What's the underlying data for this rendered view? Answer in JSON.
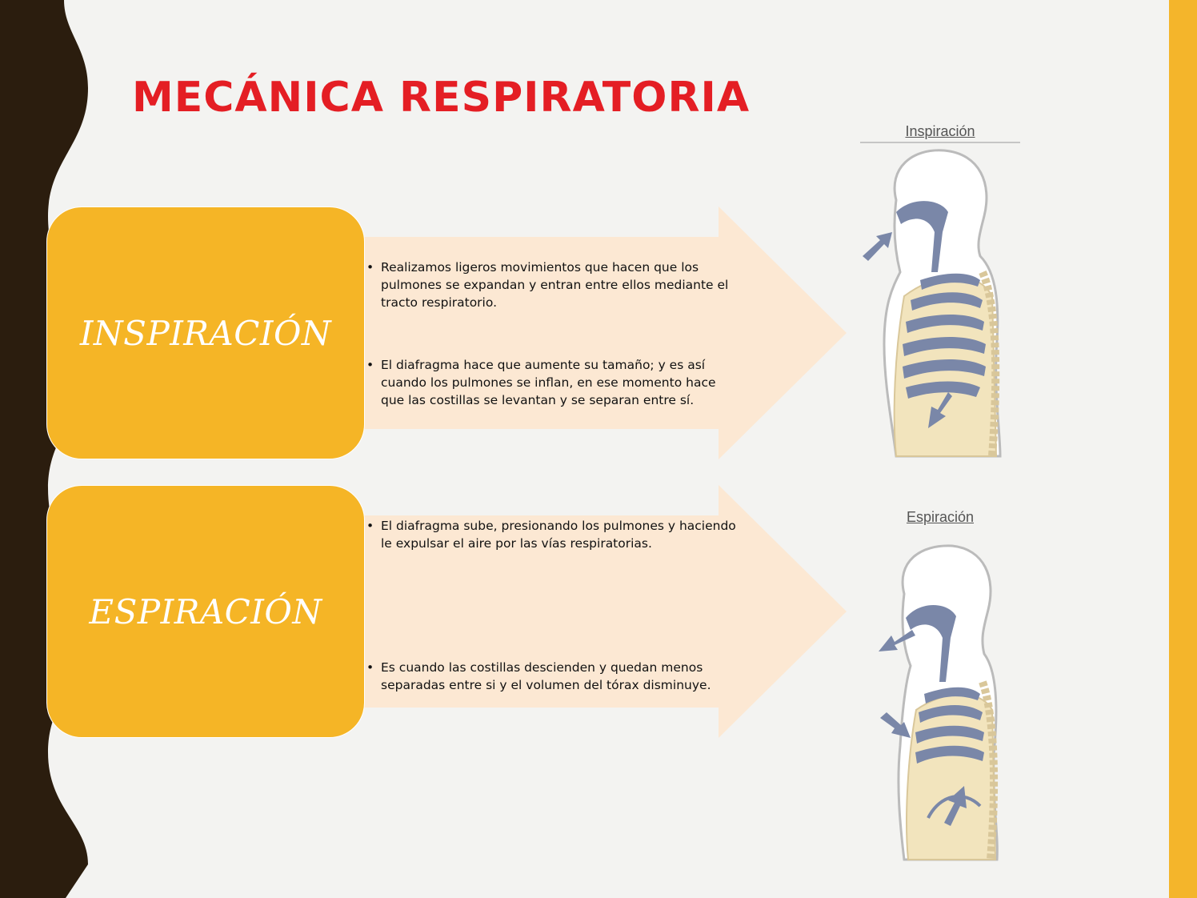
{
  "title": "MECÁNICA RESPIRATORIA",
  "colors": {
    "title": "#e41e24",
    "box": "#f5b526",
    "arrow": "#fce8d3",
    "left_band": "#2b1d0e",
    "right_band": "#f4b52b",
    "figure_airway": "#7a87a8",
    "figure_ribs": "#eedcab"
  },
  "rows": [
    {
      "label": "INSPIRACIÓN",
      "bullets": [
        "Realizamos ligeros movimientos que hacen que los pulmones se expandan y entran entre ellos mediante el tracto respiratorio.",
        "El diafragma hace que aumente su tamaño; y es así cuando los pulmones se inflan, en ese momento hace que las costillas se levantan y se separan entre sí."
      ]
    },
    {
      "label": "ESPIRACIÓN",
      "bullets": [
        "El diafragma sube, presionando los pulmones y haciendo le expulsar el aire por las vías respiratorias.",
        "Es cuando las costillas descienden y quedan menos separadas entre si y el volumen del tórax disminuye."
      ]
    }
  ],
  "figures": [
    {
      "title": "Inspiración"
    },
    {
      "title": "Espiración"
    }
  ]
}
